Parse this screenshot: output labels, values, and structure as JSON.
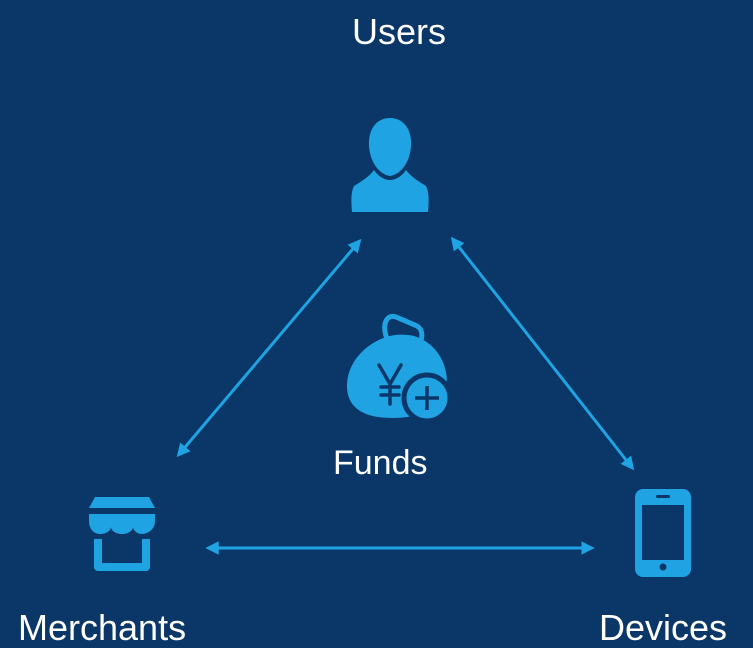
{
  "nodes": {
    "users": {
      "label": "Users",
      "icon": "user-icon"
    },
    "funds": {
      "label": "Funds",
      "icon": "money-bag-yen-plus-icon"
    },
    "merchants": {
      "label": "Merchants",
      "icon": "storefront-icon"
    },
    "devices": {
      "label": "Devices",
      "icon": "smartphone-icon"
    }
  },
  "colors": {
    "background": "#0a3768",
    "accent": "#1fa3e3",
    "text": "#ffffff"
  }
}
